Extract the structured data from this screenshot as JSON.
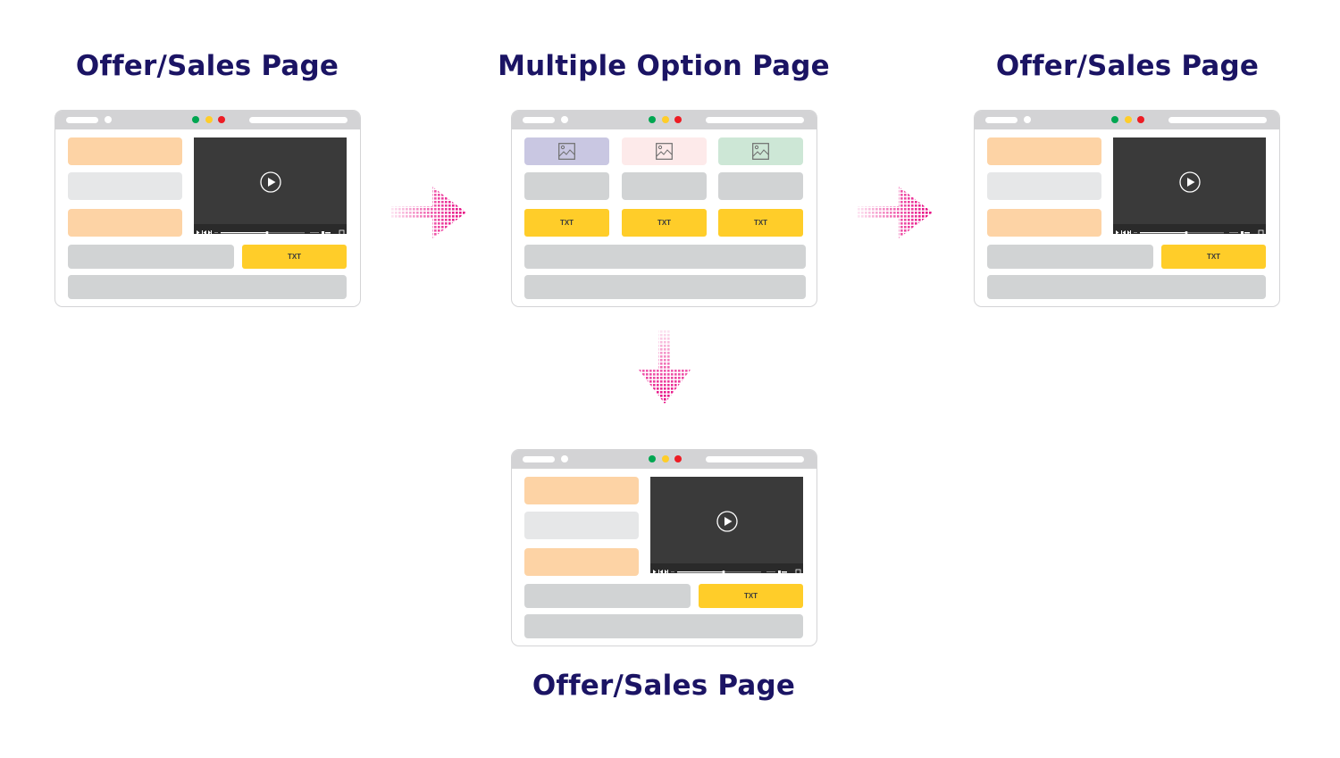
{
  "colors": {
    "title": "#1b1464",
    "arrow": "#e6007e",
    "chrome": "#d3d3d5",
    "orange_block": "#fdd3a5",
    "light_block": "#e6e7e8",
    "gray_block": "#d1d3d4",
    "cta": "#ffcd29",
    "video_bg": "#3a3a3a",
    "dot_green": "#00a651",
    "dot_yellow": "#ffcd29",
    "dot_red": "#ed1c24",
    "option_purple": "#c9c7e2",
    "option_pink": "#fdeaea",
    "option_green": "#cde7d6"
  },
  "nodes": [
    {
      "id": "offer-left",
      "title": "Offer/Sales Page",
      "type": "offer",
      "cta": "TXT"
    },
    {
      "id": "multiple-option",
      "title": "Multiple Option Page",
      "type": "options",
      "options": [
        {
          "icon": "image-icon",
          "cta": "TXT"
        },
        {
          "icon": "image-icon",
          "cta": "TXT"
        },
        {
          "icon": "image-icon",
          "cta": "TXT"
        }
      ]
    },
    {
      "id": "offer-right",
      "title": "Offer/Sales Page",
      "type": "offer",
      "cta": "TXT"
    },
    {
      "id": "offer-bottom",
      "title": "Offer/Sales Page",
      "type": "offer",
      "cta": "TXT"
    }
  ],
  "edges": [
    {
      "from": "offer-left",
      "to": "multiple-option",
      "direction": "right"
    },
    {
      "from": "multiple-option",
      "to": "offer-right",
      "direction": "right"
    },
    {
      "from": "multiple-option",
      "to": "offer-bottom",
      "direction": "down"
    }
  ],
  "labels": {
    "title_left": "Offer/Sales Page",
    "title_center": "Multiple Option Page",
    "title_right": "Offer/Sales Page",
    "title_bottom": "Offer/Sales Page",
    "cta": "TXT"
  }
}
